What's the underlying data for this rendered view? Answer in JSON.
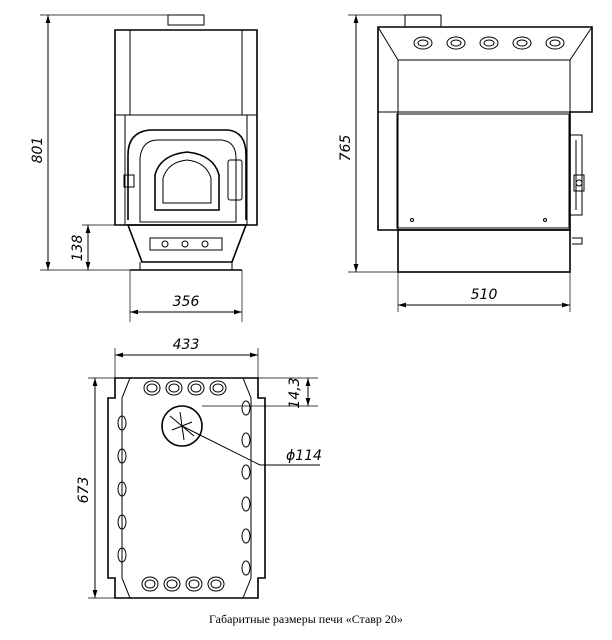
{
  "caption": "Габаритные размеры печи «Ставр 20»",
  "dimensions": {
    "front_height": "801",
    "front_base_height": "138",
    "front_width": "356",
    "side_height": "765",
    "side_depth": "510",
    "top_width": "433",
    "top_depth": "673",
    "top_offset": "14,3",
    "flue_diameter": "ϕ114"
  },
  "colors": {
    "line": "#000000",
    "background": "#ffffff"
  }
}
